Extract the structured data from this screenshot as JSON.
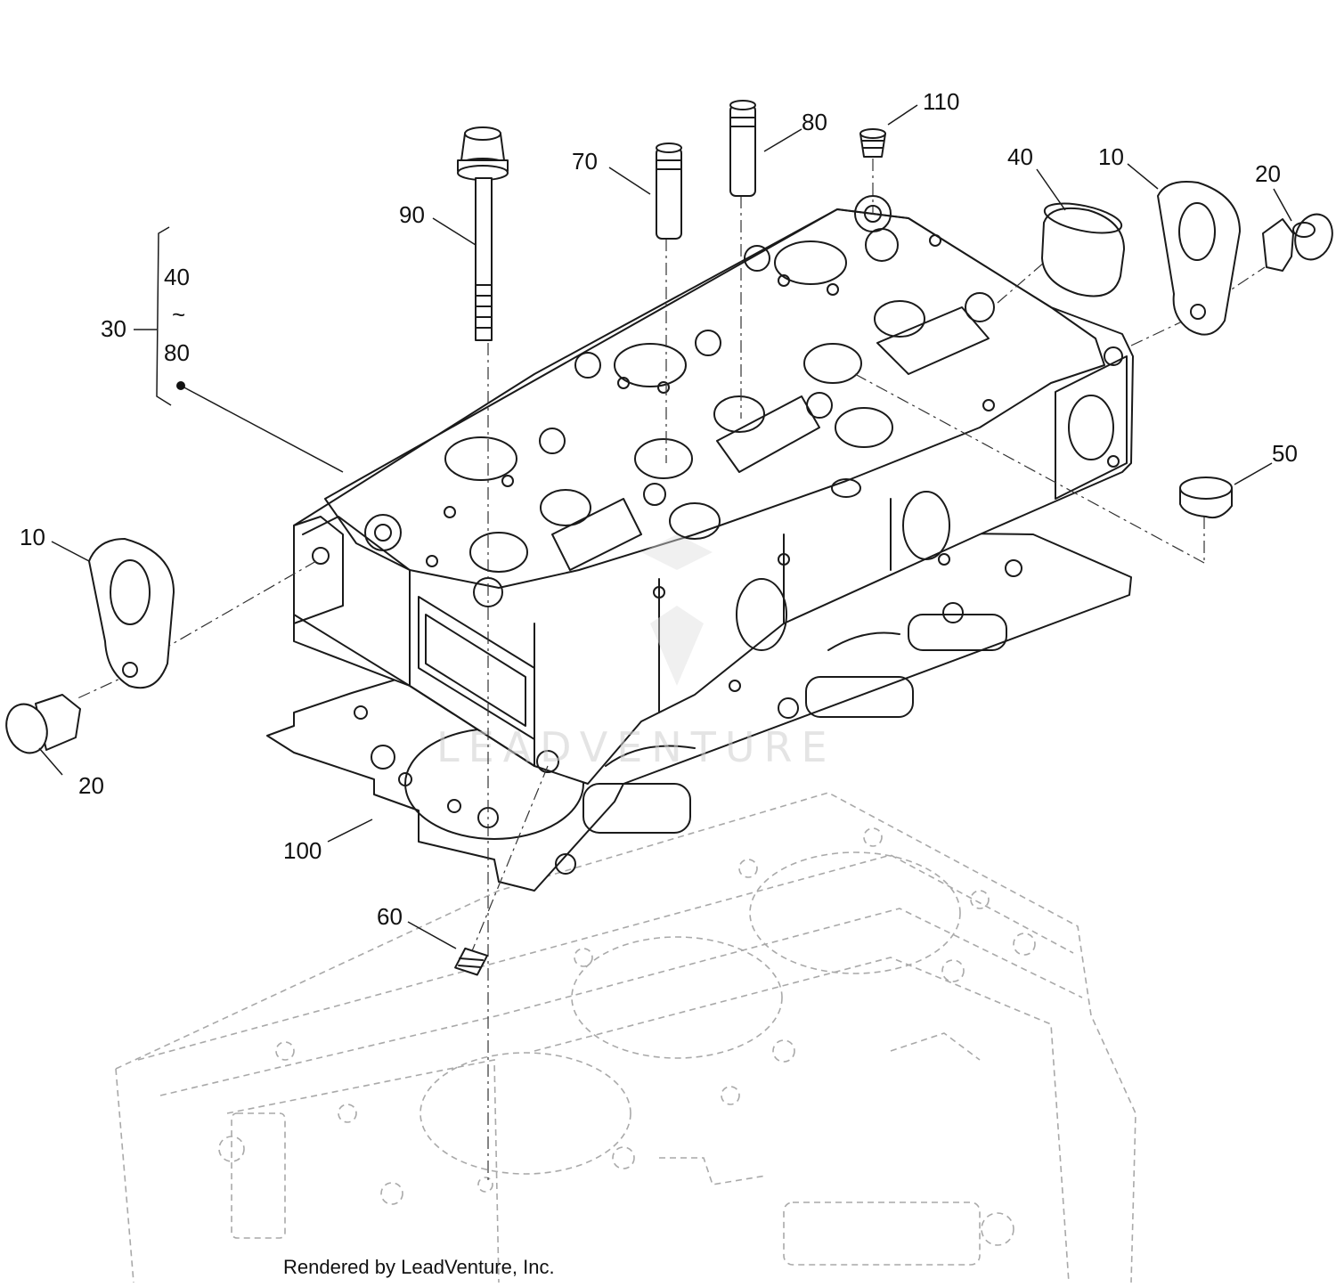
{
  "callouts": {
    "c90": "90",
    "c70": "70",
    "c80_top": "80",
    "c110": "110",
    "c40_right": "40",
    "c10_right": "10",
    "c20_right": "20",
    "c30": "30",
    "c30_range_from": "40",
    "c30_range_sep": "~",
    "c30_range_to": "80",
    "c50": "50",
    "c10_left": "10",
    "c20_left": "20",
    "c100": "100",
    "c60": "60"
  },
  "watermark": {
    "text": "LEADVENTURE"
  },
  "footer": {
    "credit": "Rendered by LeadVenture, Inc."
  }
}
